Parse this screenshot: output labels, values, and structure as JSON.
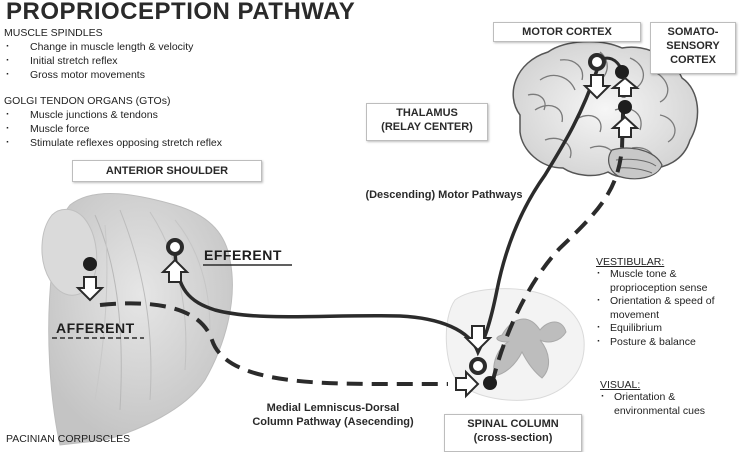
{
  "title": "PROPRIOCEPTION PATHWAY",
  "muscle_spindles": {
    "heading": "MUSCLE SPINDLES",
    "items": [
      "Change in muscle length & velocity",
      "Initial stretch reflex",
      "Gross motor movements"
    ]
  },
  "gtos": {
    "heading": "GOLGI TENDON ORGANS (GTOs)",
    "items": [
      "Muscle junctions & tendons",
      "Muscle force",
      "Stimulate reflexes opposing stretch reflex"
    ]
  },
  "anterior_shoulder": "ANTERIOR SHOULDER",
  "motor_cortex": "MOTOR CORTEX",
  "somatosensory": {
    "line1": "SOMATO-",
    "line2": "SENSORY",
    "line3": "CORTEX"
  },
  "thalamus": {
    "line1": "THALAMUS",
    "line2": "(RELAY CENTER)"
  },
  "descending_label": "(Descending) Motor Pathways",
  "efferent": "EFFERENT",
  "afferent": "AFFERENT",
  "medial_lemniscus": {
    "line1": "Medial Lemniscus-Dorsal",
    "line2": "Column Pathway (Asecending)"
  },
  "spinal_column": {
    "line1": "SPINAL COLUMN",
    "line2": "(cross-section)"
  },
  "vestibular": {
    "heading": "VESTIBULAR:",
    "items": [
      "Muscle tone &",
      "proprioception sense",
      "Orientation & speed of",
      "movement",
      "Equilibrium",
      "Posture & balance"
    ]
  },
  "visual": {
    "heading": "VISUAL:",
    "items": [
      "Orientation &",
      "environmental cues"
    ]
  },
  "pacinian": "PACINIAN CORPUSCLES",
  "colors": {
    "line": "#2b2b2b",
    "box_border": "#bdbdbd",
    "muscle": "#d8d8d8"
  },
  "icons": [
    "brain-illustration",
    "shoulder-muscle-illustration",
    "spinal-cord-cross-section",
    "up-arrow-icon",
    "right-arrow-icon",
    "down-arrow-icon"
  ]
}
